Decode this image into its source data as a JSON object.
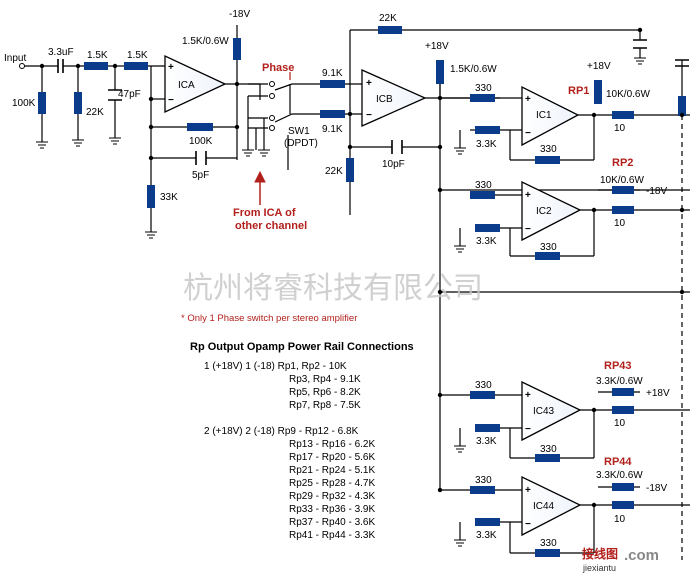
{
  "labels": {
    "input": "Input",
    "c_in": "3.3uF",
    "r_in1": "1.5K",
    "r_in2": "1.5K",
    "r_100k_left": "100K",
    "r_22k_left": "22K",
    "c_47p": "47pF",
    "ica": "ICA",
    "ica_rail": "-18V",
    "ica_rail_res": "1.5K/0.6W",
    "r_fb_100k": "100K",
    "c_5p": "5pF",
    "r_33k": "33K",
    "phase": "Phase",
    "sw1": "SW1",
    "dpdt": "(DPDT)",
    "r_91k_a": "9.1K",
    "r_91k_b": "9.1K",
    "icb": "ICB",
    "icb_rail": "+18V",
    "icb_rail_res": "1.5K/0.6W",
    "r_22k_top": "22K",
    "r_22k_mid": "22K",
    "c_10p": "10pF",
    "from_ica_line1": "From ICA of",
    "from_ica_line2": "other channel",
    "ic1": "IC1",
    "ic2": "IC2",
    "ic43": "IC43",
    "ic44": "IC44",
    "r330_1a": "330",
    "r33k_1": "3.3K",
    "r330_1b": "330",
    "r10_1": "10",
    "rp1": "RP1",
    "rp1_rail": "+18V",
    "rp1_val": "10K/0.6W",
    "r330_2a": "330",
    "r33k_2": "3.3K",
    "r330_2b": "330",
    "r10_2": "10",
    "rp2": "RP2",
    "rp2_val": "10K/0.6W",
    "rp2_rail": "-18V",
    "r330_43a": "330",
    "r33k_43": "3.3K",
    "r330_43b": "330",
    "r10_43": "10",
    "rp43": "RP43",
    "rp43_val": "3.3K/0.6W",
    "rp43_rail": "+18V",
    "r330_44a": "330",
    "r33k_44": "3.3K",
    "r330_44b": "330",
    "r10_44": "10",
    "rp44": "RP44",
    "rp44_val": "3.3K/0.6W",
    "rp44_rail": "-18V"
  },
  "watermark": "杭州将睿科技有限公司",
  "note": "* Only 1 Phase switch per stereo amplifier",
  "table": {
    "title": "Rp Output Opamp Power Rail Connections",
    "rows": [
      "1 (+18V) 1 (-18)  Rp1, Rp2  -  10K",
      "Rp3, Rp4  -  9.1K",
      "Rp5, Rp6  -  8.2K",
      "Rp7, Rp8  -  7.5K",
      "2 (+18V) 2 (-18)  Rp9 - Rp12  -  6.8K",
      "Rp13 - Rp16  -  6.2K",
      "Rp17 - Rp20  -  5.6K",
      "Rp21 - Rp24  -  5.1K",
      "Rp25 - Rp28  -  4.7K",
      "Rp29 - Rp32  -  4.3K",
      "Rp33 - Rp36  -  3.9K",
      "Rp37 - Rp40  -  3.6K",
      "Rp41 - Rp44  -  3.3K"
    ]
  },
  "site": {
    "cn": "接线图",
    "com": ".com",
    "url": "jiexiantu"
  },
  "colors": {
    "resistor": "#0b3c8c",
    "wire": "#000000",
    "accent_red": "#b2201c",
    "opamp_fill": "#ffffff"
  }
}
